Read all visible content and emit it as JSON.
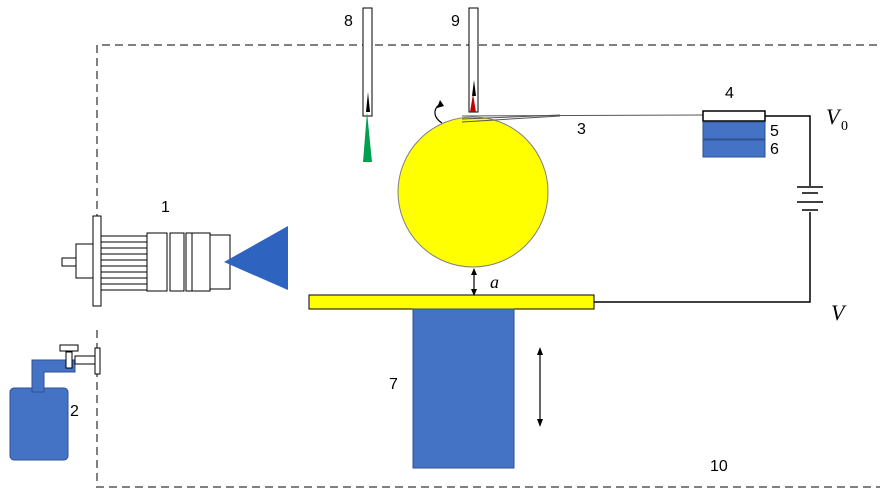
{
  "labels": {
    "n1": "1",
    "n2": "2",
    "n3": "3",
    "n4": "4",
    "n5": "5",
    "n6": "6",
    "n7": "7",
    "n8": "8",
    "n9": "9",
    "n10": "10",
    "gap": "a",
    "v0_main": "V",
    "v0_sub": "0",
    "v": "V"
  },
  "colors": {
    "sphere": "#ffff00",
    "plate": "#ffff00",
    "blue": "#4472c4",
    "cone_blue": "#2e64c0",
    "tip_green": "#00a050",
    "tip_red": "#c00000",
    "enclosure_dash": "#808080"
  }
}
